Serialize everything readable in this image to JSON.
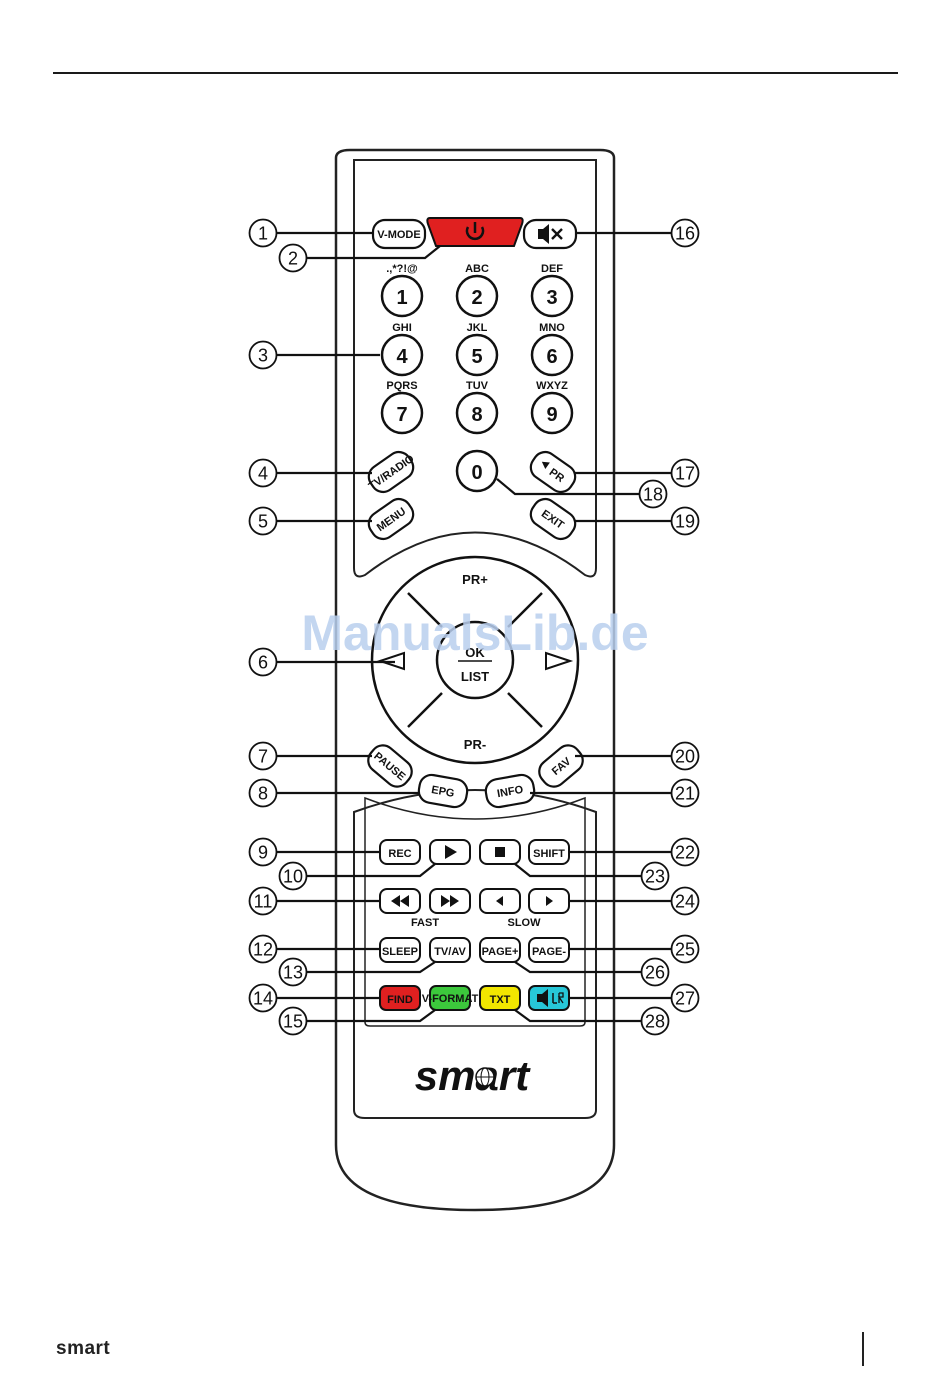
{
  "footer": {
    "brand": "smart"
  },
  "watermark": "ManualsLib.de",
  "remote": {
    "brand": "smart",
    "top": {
      "vmode": "V-MODE"
    },
    "digits": [
      {
        "digit": "1",
        "letters": ".,*?!@"
      },
      {
        "digit": "2",
        "letters": "ABC"
      },
      {
        "digit": "3",
        "letters": "DEF"
      },
      {
        "digit": "4",
        "letters": "GHI"
      },
      {
        "digit": "5",
        "letters": "JKL"
      },
      {
        "digit": "6",
        "letters": "MNO"
      },
      {
        "digit": "7",
        "letters": "PQRS"
      },
      {
        "digit": "8",
        "letters": "TUV"
      },
      {
        "digit": "9",
        "letters": "WXYZ"
      },
      {
        "digit": "0",
        "letters": ""
      }
    ],
    "tvradio": "TV/RADIO",
    "recall": "PR",
    "menu": "MENU",
    "exit": "EXIT",
    "dpad": {
      "up": "PR+",
      "down": "PR-",
      "ok": "OK",
      "list": "LIST"
    },
    "pause": "PAUSE",
    "fav": "FAV",
    "epg": "EPG",
    "info": "INFO",
    "row1": {
      "rec": "REC",
      "shift": "SHIFT"
    },
    "fast": "FAST",
    "slow": "SLOW",
    "row3": {
      "sleep": "SLEEP",
      "tvav": "TV/AV",
      "pageup": "PAGE+",
      "pagedown": "PAGE-"
    },
    "colors": {
      "find": "FIND",
      "vformat": "V-FORMAT",
      "txt": "TXT",
      "red": "#e02020",
      "green": "#3cc83c",
      "yellow": "#f2e600",
      "cyan": "#27c7d8"
    }
  },
  "callouts": [
    "1",
    "2",
    "3",
    "4",
    "5",
    "6",
    "7",
    "8",
    "9",
    "10",
    "11",
    "12",
    "13",
    "14",
    "15",
    "16",
    "17",
    "18",
    "19",
    "20",
    "21",
    "22",
    "23",
    "24",
    "25",
    "26",
    "27",
    "28"
  ]
}
